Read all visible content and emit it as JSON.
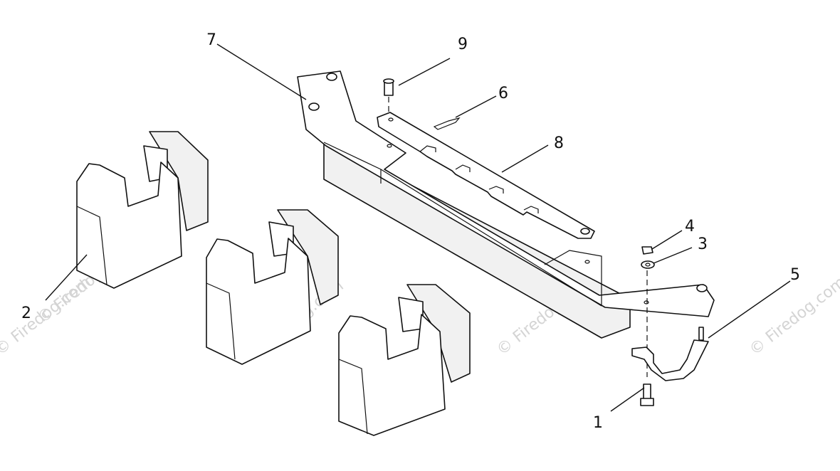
{
  "diagram": {
    "callouts": [
      "1",
      "2",
      "3",
      "4",
      "5",
      "6",
      "7",
      "8",
      "9"
    ],
    "watermark": "© Firedog.com"
  }
}
